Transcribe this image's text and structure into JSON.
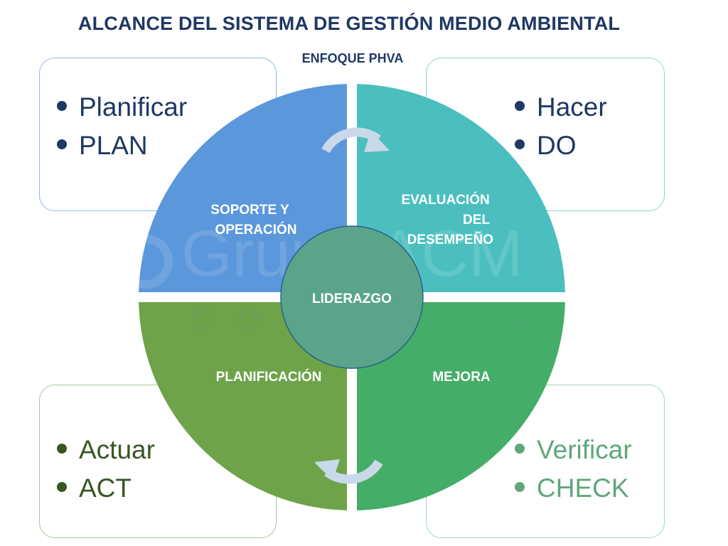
{
  "title": "ALCANCE DEL SISTEMA DE GESTIÓN MEDIO AMBIENTAL",
  "subtitle": "ENFOQUE PHVA",
  "boxes": {
    "plan": [
      "Planificar",
      "PLAN"
    ],
    "do": [
      "Hacer",
      "DO"
    ],
    "act": [
      "Actuar",
      "ACT"
    ],
    "check": [
      "Verificar",
      "CHECK"
    ]
  },
  "quadrants": {
    "top_left": [
      "SOPORTE Y",
      "OPERACIÓN"
    ],
    "top_right": [
      "EVALUACIÓN",
      "DEL",
      "DESEMPEÑO"
    ],
    "bottom_left": [
      "PLANIFICACIÓN"
    ],
    "bottom_right": [
      "MEJORA"
    ]
  },
  "center": "LIDERAZGO",
  "watermark": {
    "main": "Grupo ACM",
    "sub": "CONSULTO"
  },
  "colors": {
    "top_left": "#5b97db",
    "top_right": "#4bbfbf",
    "bottom_left": "#6ea34a",
    "bottom_right": "#44ad68",
    "center": "#5aa58a",
    "title": "#1f3864"
  }
}
